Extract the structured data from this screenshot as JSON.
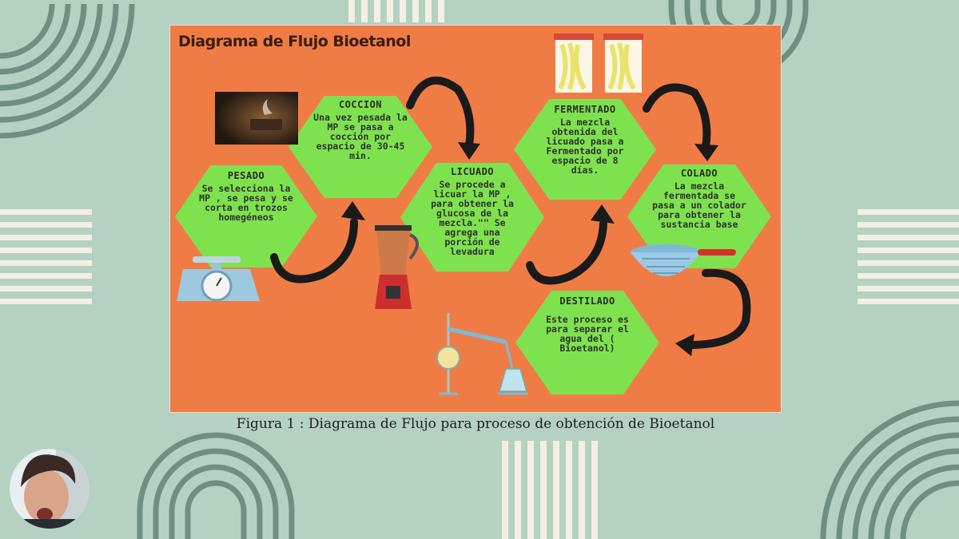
{
  "diagram": {
    "title": "Diagrama de Flujo Bioetanol",
    "steps": [
      {
        "title": "PESADO",
        "body": "Se selecciona la MP , se pesa y se corta en trozos homegéneos"
      },
      {
        "title": "COCCION",
        "body": "Una vez pesada la MP se pasa a cocción por espacio de 30-45 min."
      },
      {
        "title": "LICUADO",
        "body": "Se procede a licuar la MP , para obtener la glucosa de la mezcla.\"\" Se agrega una porción de levadura"
      },
      {
        "title": "FERMENTADO",
        "body": "La mezcla obtenida del licuado pasa a Fermentado por espacio de 8 días."
      },
      {
        "title": "COLADO",
        "body": "La mezcla fermentada se pasa a un colador para obtener la sustancia base"
      },
      {
        "title": "DESTILADO",
        "body": "Este proceso es para separar el agua del ( Bioetanol)"
      }
    ]
  },
  "caption": "Figura 1 : Diagrama de Flujo para proceso de obtención de Bioetanol",
  "colors": {
    "background": "#b5d1c1",
    "panel": "#f07c45",
    "hexagon": "#7ee24e",
    "arrow": "#1a1a1a",
    "deco_arc": "#6f8f82"
  },
  "icons": [
    "pot-icon",
    "jars-icon",
    "scale-icon",
    "blender-icon",
    "colander-icon",
    "distillation-icon",
    "webcam-avatar"
  ]
}
